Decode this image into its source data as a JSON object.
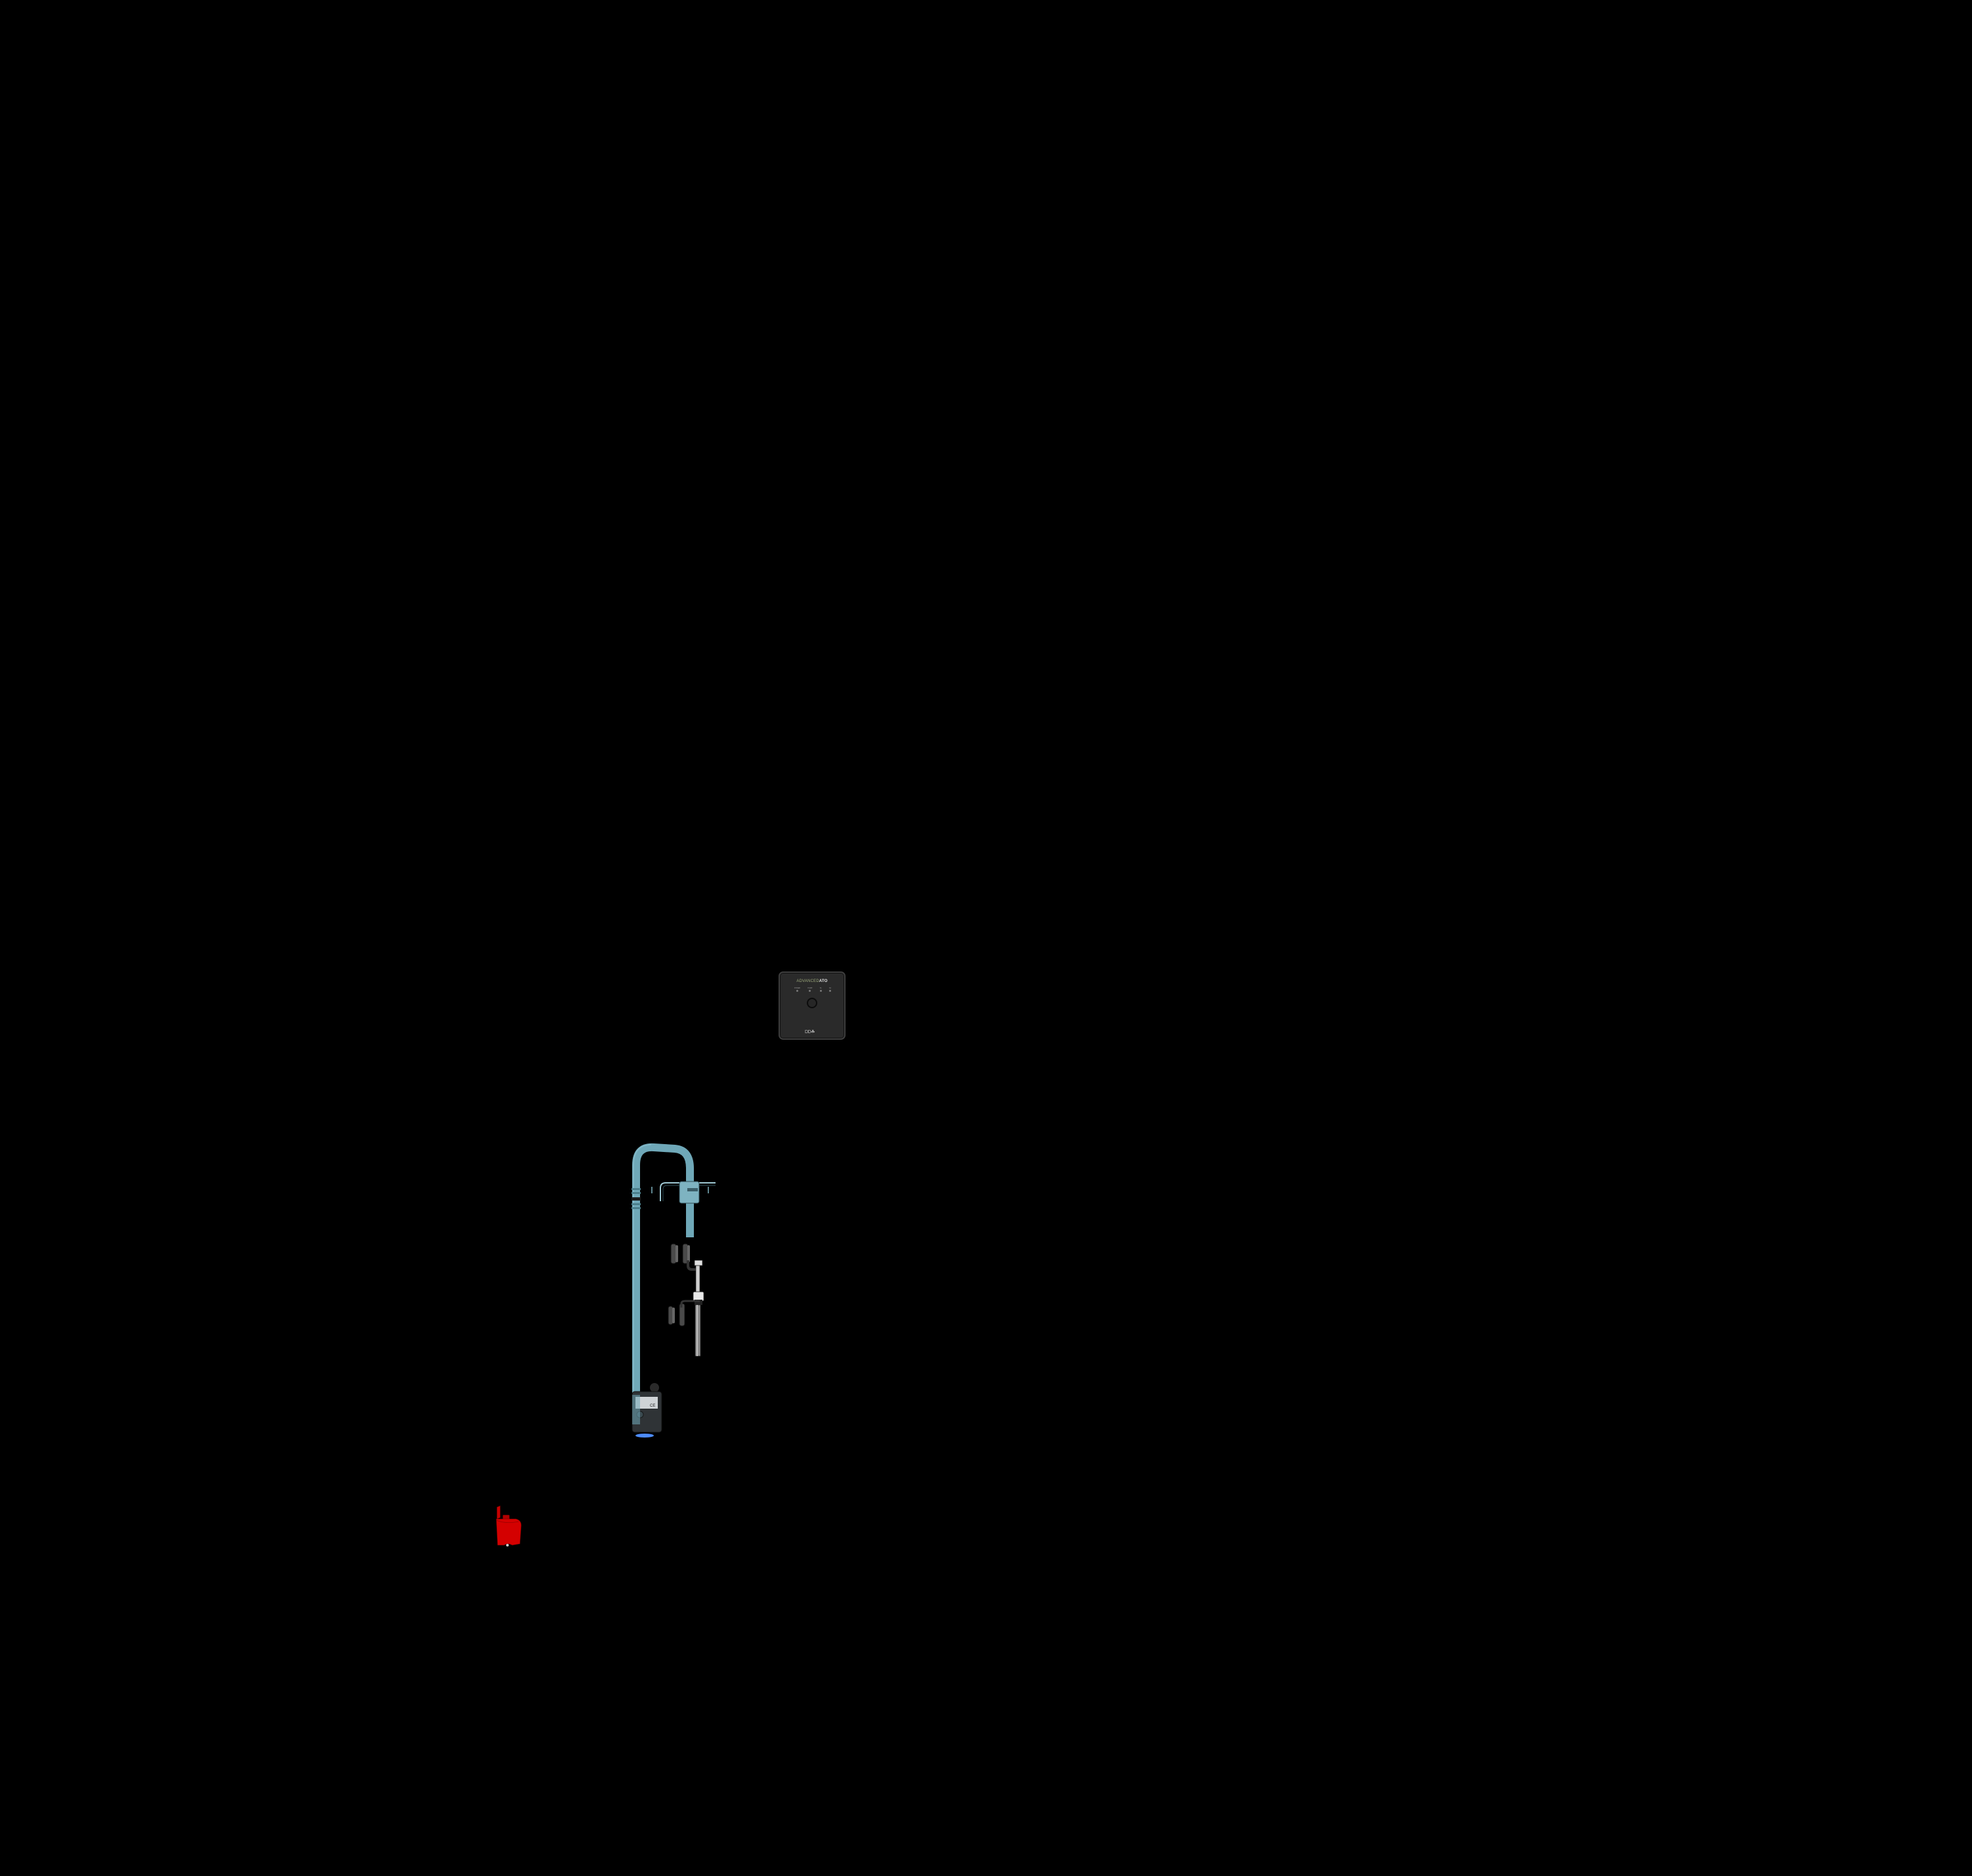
{
  "scene": {
    "background": "#000000",
    "description": "Product render of an auto top-off system on black background"
  },
  "controller": {
    "brand_part1": "ADVANCED",
    "brand_part2": "ATO",
    "leds": [
      {
        "label": "POWER"
      },
      {
        "label": "PUMP"
      },
      {
        "label": "S1"
      },
      {
        "label": "S2"
      }
    ],
    "logo_text": "DD",
    "body_color": "#2a2a2a",
    "brand_accent_color": "#9aa77a"
  },
  "assembly": {
    "tube_color": "#6fa8b8",
    "tube_highlight": "#8cc2d0",
    "sensor_color": "#4a4a4a",
    "metal_color": "#c8c8c8",
    "pump_color": "#2f3336",
    "pump_glow_color": "#4d8cff",
    "pump_label_mark": "CE"
  },
  "red_part": {
    "color": "#d40000"
  }
}
